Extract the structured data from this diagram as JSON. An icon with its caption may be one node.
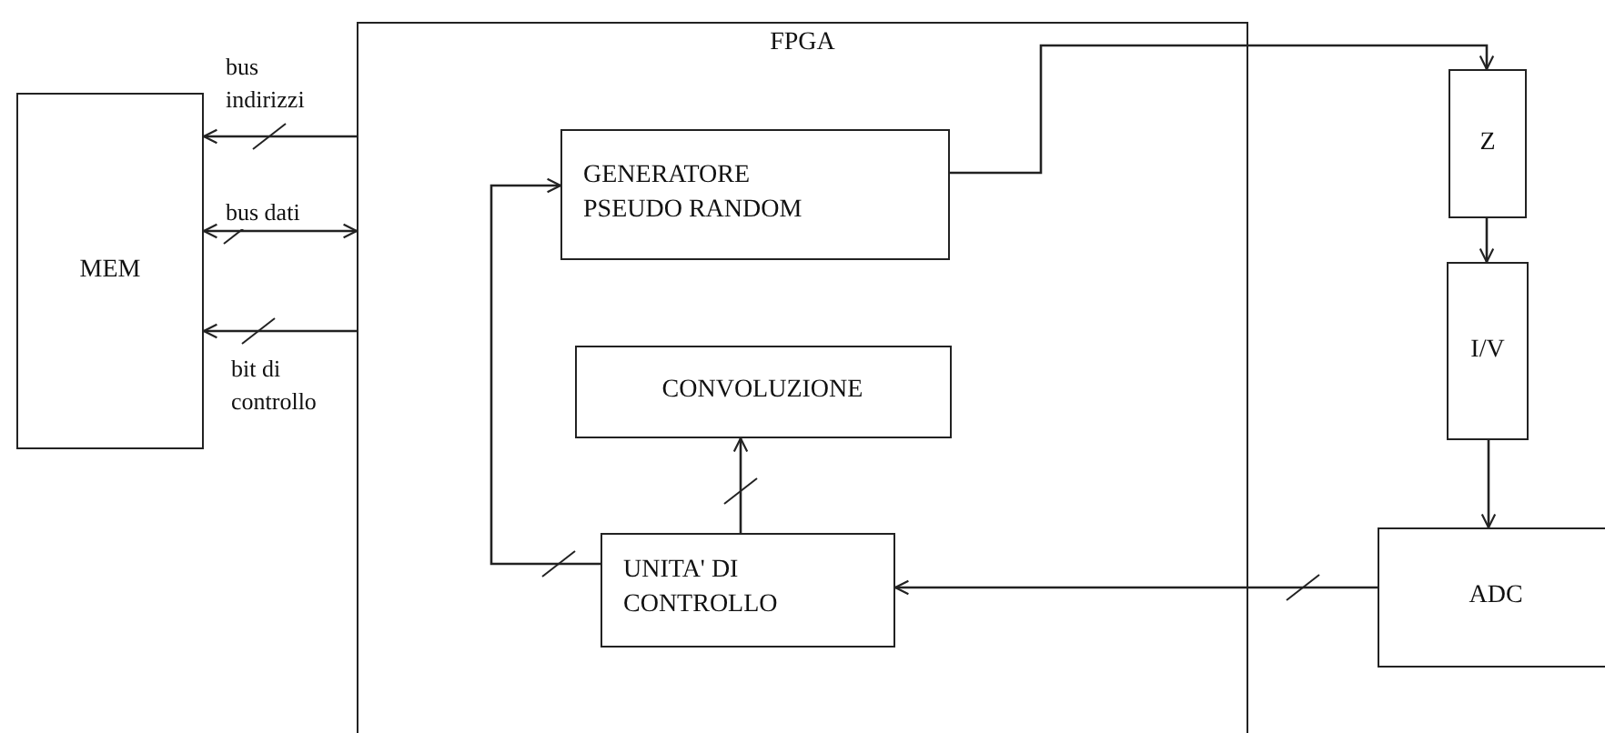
{
  "diagram": {
    "nodes": [
      {
        "text": [
          "MEM"
        ]
      },
      {
        "text": [
          "FPGA"
        ]
      },
      {
        "text": [
          "GENERATORE PSEUDO RANDOM"
        ],
        "in": 1
      },
      {
        "text": [
          "CONVOLUZIONE"
        ],
        "in": 1
      },
      {
        "text": [
          "UNITA' DI CONTROLLO"
        ],
        "in": 1
      },
      {
        "text": [
          "Z"
        ]
      },
      {
        "text": [
          "I/V"
        ]
      },
      {
        "text": [
          "ADC"
        ]
      }
    ],
    "edges": [
      {
        "from": 1,
        "to": 0,
        "arrow": "to",
        "label": "bus indirizzi"
      },
      {
        "from": 0,
        "to": 1,
        "arrow": "both",
        "label": "bus dati"
      },
      {
        "from": 1,
        "to": 0,
        "arrow": "to",
        "label": "bit di controllo"
      },
      {
        "from": 2,
        "to": 5,
        "arrow": "to"
      },
      {
        "from": 4,
        "to": 2,
        "arrow": "to"
      },
      {
        "from": 4,
        "to": 3,
        "arrow": "to"
      },
      {
        "from": 7,
        "to": 4,
        "arrow": "to"
      },
      {
        "from": 5,
        "to": 6,
        "arrow": "to"
      },
      {
        "from": 6,
        "to": 7,
        "arrow": "to"
      }
    ]
  }
}
